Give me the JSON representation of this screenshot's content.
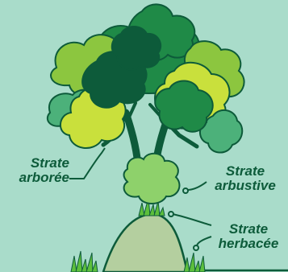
{
  "labels": {
    "arboree": {
      "line1": "Strate",
      "line2": "arborée"
    },
    "arbustive": {
      "line1": "Strate",
      "line2": "arbustive"
    },
    "herbacee": {
      "line1": "Strate",
      "line2": "herbacée"
    }
  },
  "colors": {
    "background": "#a9dcca",
    "dark_green": "#0d5b3a",
    "leaf_mid": "#1f8a47",
    "leaf_light": "#8cc63f",
    "leaf_yellow": "#c9e03c",
    "leaf_teal": "#4cb17a",
    "shrub": "#8ed16b",
    "hill": "#b4cf9f",
    "grass": "#5dbf3c"
  }
}
